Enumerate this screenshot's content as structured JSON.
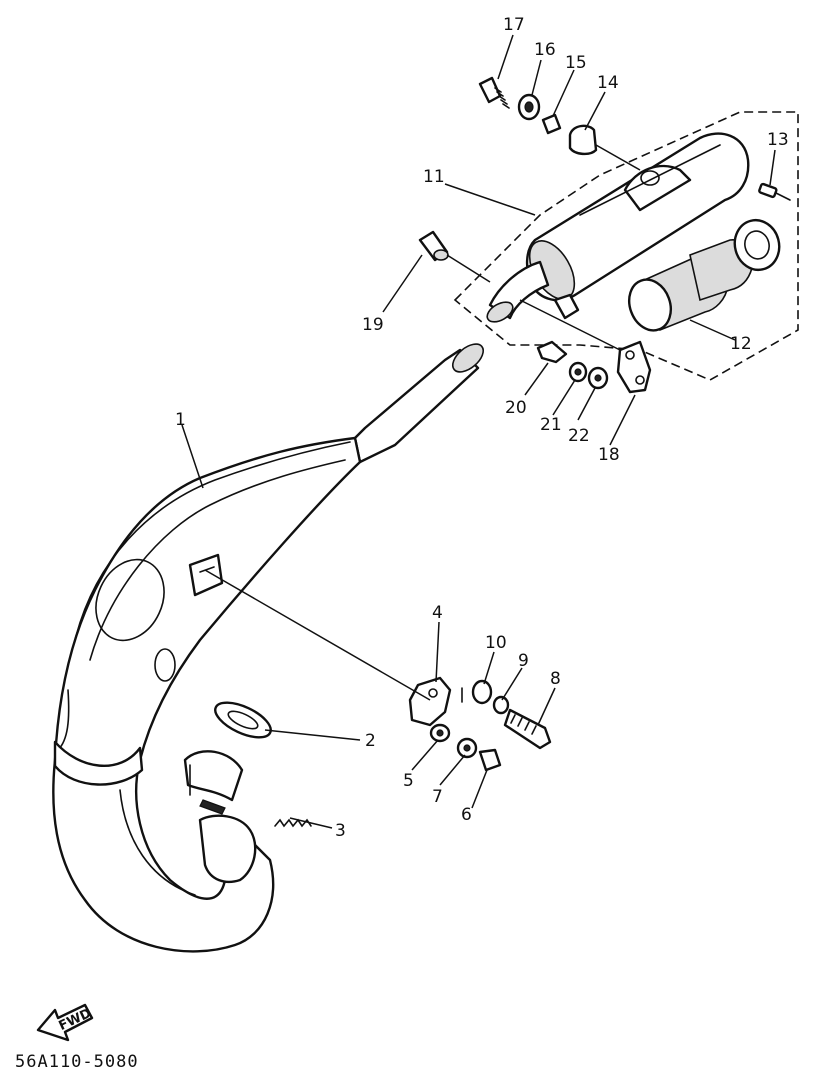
{
  "diagram": {
    "part_code": "56A110-5080",
    "direction_label": "FWD",
    "callouts": {
      "c1": "1",
      "c2": "2",
      "c3": "3",
      "c4": "4",
      "c5": "5",
      "c6": "6",
      "c7": "7",
      "c8": "8",
      "c9": "9",
      "c10": "10",
      "c11": "11",
      "c12": "12",
      "c13": "13",
      "c14": "14",
      "c15": "15",
      "c16": "16",
      "c17": "17",
      "c18": "18",
      "c19": "19",
      "c20": "20",
      "c21": "21",
      "c22": "22"
    }
  }
}
